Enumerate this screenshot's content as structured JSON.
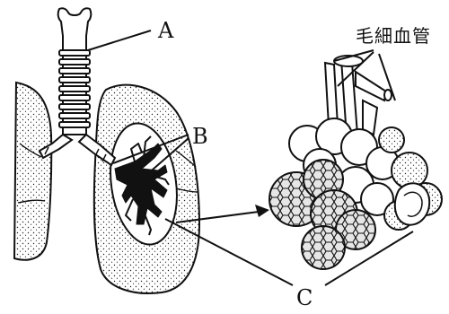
{
  "labels": {
    "a": "A",
    "b": "B",
    "c": "C",
    "capillary": "毛細血管"
  },
  "colors": {
    "ink": "#111111",
    "background": "#ffffff",
    "fill_light": "#f4f4f4",
    "fill_mid": "#dcdcdc"
  }
}
